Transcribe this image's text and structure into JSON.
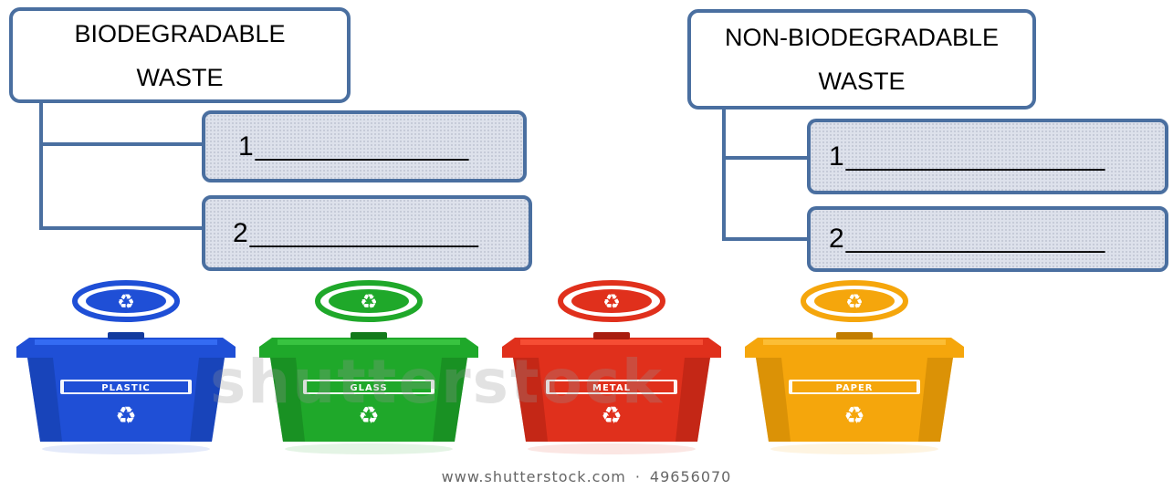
{
  "left": {
    "title_line1": "BIODEGRADABLE",
    "title_line2": "WASTE",
    "answers": [
      {
        "num": "1",
        "blank": "______________"
      },
      {
        "num": "2",
        "blank": "_______________"
      }
    ]
  },
  "right": {
    "title_line1": "NON-BIODEGRADABLE",
    "title_line2": "WASTE",
    "answers": [
      {
        "num": "1",
        "blank": "_________________"
      },
      {
        "num": "2",
        "blank": "_________________"
      }
    ]
  },
  "bins": [
    {
      "label": "PLASTIC",
      "color": "#1f4fd6",
      "dark": "#123a9e",
      "light": "#3d77ff"
    },
    {
      "label": "GLASS",
      "color": "#1fa82a",
      "dark": "#137a1b",
      "light": "#43cf4a"
    },
    {
      "label": "METAL",
      "color": "#e0301c",
      "dark": "#a81d0f",
      "light": "#ff5a3f"
    },
    {
      "label": "PAPER",
      "color": "#f5a60c",
      "dark": "#c27d00",
      "light": "#ffc947"
    }
  ],
  "watermark": "shutterstock",
  "footer": {
    "site": "www.shutterstock.com",
    "separator": "·",
    "id": "49656070"
  }
}
